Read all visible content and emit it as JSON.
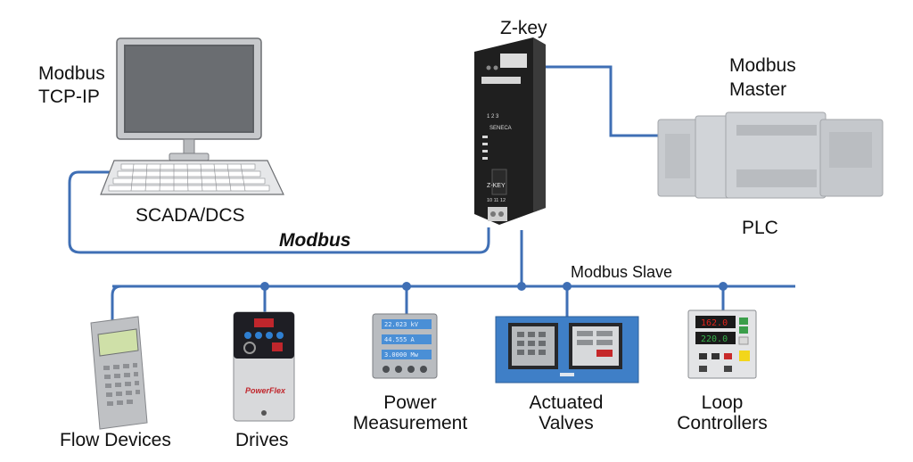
{
  "labels": {
    "zkey": "Z-key",
    "modbus_tcp_line1": "Modbus",
    "modbus_tcp_line2": "TCP-IP",
    "modbus_master_line1": "Modbus",
    "modbus_master_line2": "Master",
    "scada": "SCADA/DCS",
    "plc": "PLC",
    "modbus_bus": "Modbus",
    "modbus_slave": "Modbus Slave"
  },
  "devices": {
    "flow": "Flow Devices",
    "drives": "Drives",
    "power_line1": "Power",
    "power_line2": "Measurement",
    "valves_line1": "Actuated",
    "valves_line2": "Valves",
    "loop_line1": "Loop",
    "loop_line2": "Controllers"
  },
  "device_texts": {
    "zkey_face_brand": "SENECA",
    "zkey_face_model": "Z-KEY",
    "zkey_terminals_top": "1  2  3",
    "zkey_terminals_bottom": "10 11 12",
    "powerflex": "PowerFlex",
    "power_readout_1": "22.023 kV",
    "power_readout_2": "44.555 A",
    "power_readout_3": "3.0000 Mw",
    "loop_readout_1": "162.0",
    "loop_readout_2": "220.0"
  },
  "colors": {
    "bus": "#3f6fb5",
    "device_dark": "#2b2b2b",
    "plc_grey": "#c9ccd0",
    "lcd_blue": "#4a8fd6",
    "lcd_green": "#b9d3a0",
    "readout_red": "#d9241c"
  },
  "icons": [
    "computer-monitor-icon",
    "keyboard-icon",
    "zkey-module-icon",
    "plc-icon",
    "flow-device-icon",
    "drive-icon",
    "power-meter-icon",
    "valve-panel-icon",
    "loop-controller-icon"
  ]
}
